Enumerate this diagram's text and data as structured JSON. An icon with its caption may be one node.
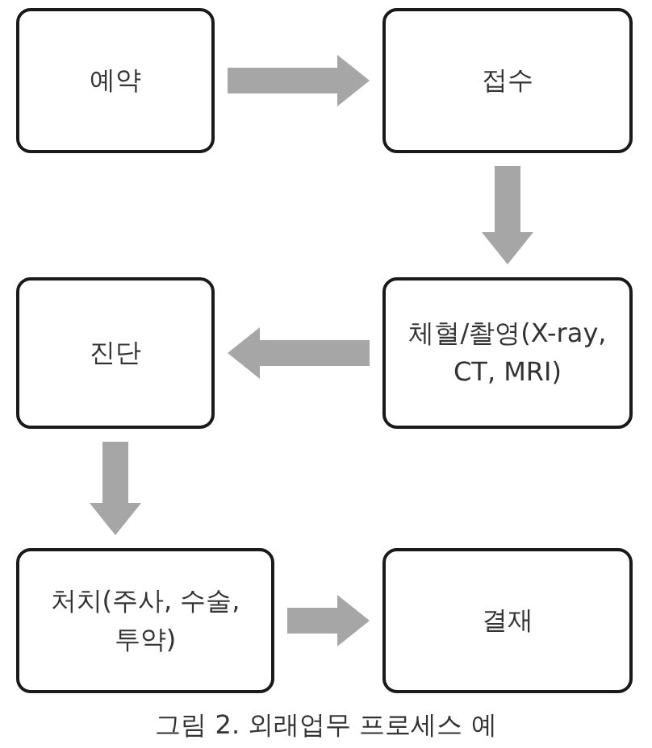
{
  "diagram": {
    "caption": "그림 2. 외래업무 프로세스 예",
    "nodes": [
      {
        "text": [
          "예약"
        ]
      },
      {
        "text": [
          "접수"
        ]
      },
      {
        "text": [
          "체혈/촬영(X-ray, CT, MRI)"
        ]
      },
      {
        "text": [
          "진단"
        ]
      },
      {
        "text": [
          "처치(주사, 수술, 투약)"
        ]
      },
      {
        "text": [
          "결재"
        ]
      }
    ],
    "edges": [
      {
        "from": 0,
        "to": 1,
        "arrow": "to"
      },
      {
        "from": 1,
        "to": 2,
        "arrow": "to"
      },
      {
        "from": 2,
        "to": 3,
        "arrow": "to"
      },
      {
        "from": 3,
        "to": 4,
        "arrow": "to"
      },
      {
        "from": 4,
        "to": 5,
        "arrow": "to"
      }
    ]
  }
}
